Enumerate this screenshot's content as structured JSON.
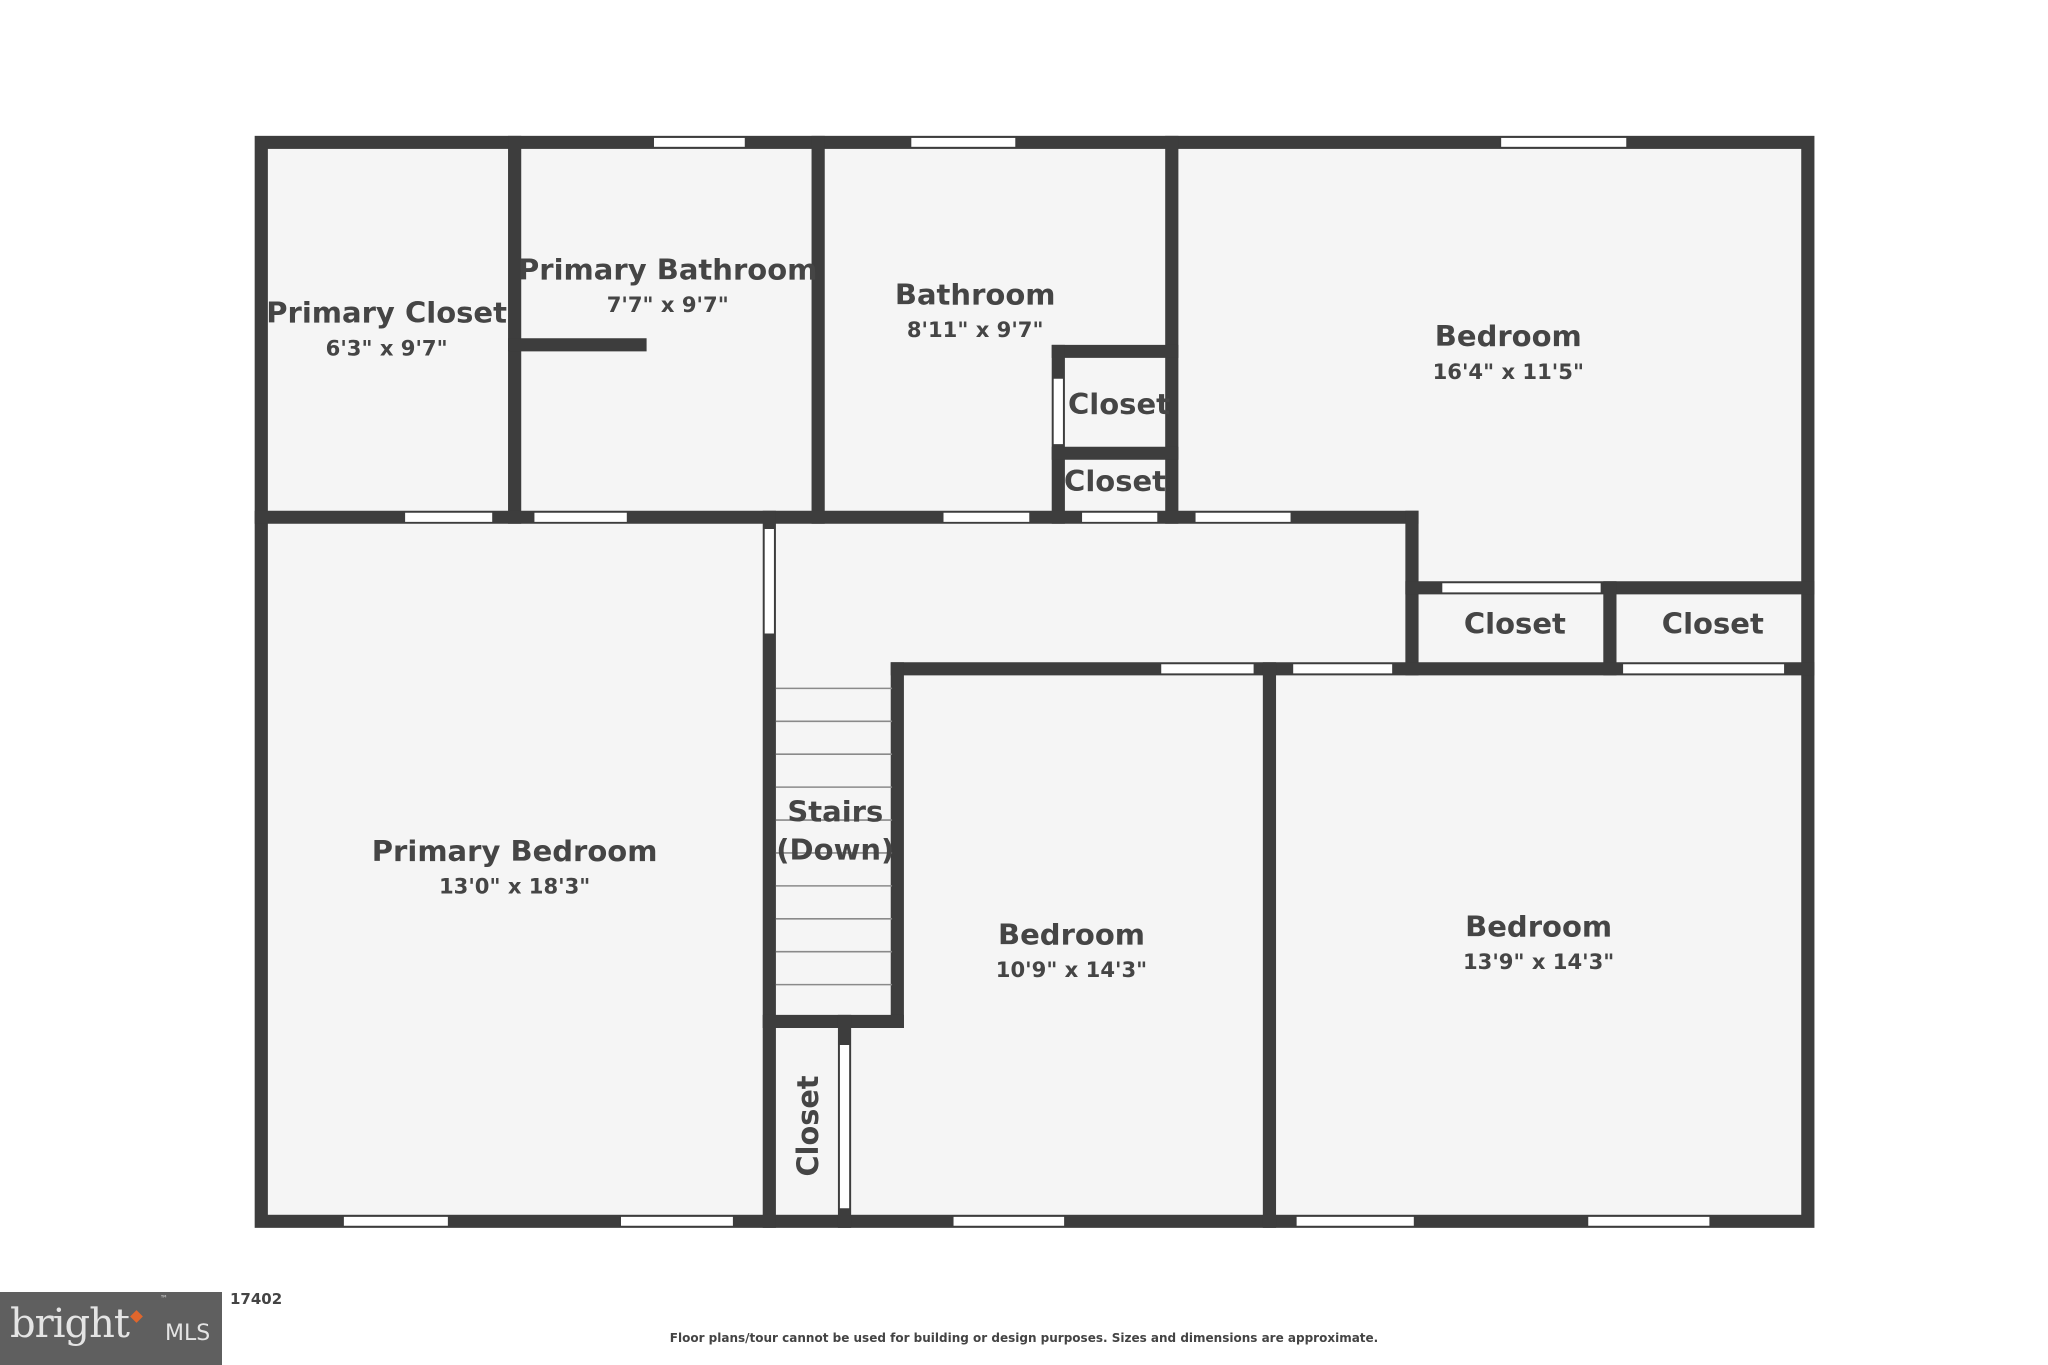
{
  "rooms": {
    "primary_closet": {
      "name": "Primary Closet",
      "size": "6'3\" x 9'7\""
    },
    "primary_bathroom": {
      "name": "Primary Bathroom",
      "size": "7'7\" x 9'7\""
    },
    "bathroom": {
      "name": "Bathroom",
      "size": "8'11\" x 9'7\""
    },
    "bedroom_top_right": {
      "name": "Bedroom",
      "size": "16'4\" x 11'5\""
    },
    "closet_a": {
      "name": "Closet"
    },
    "closet_b": {
      "name": "Closet"
    },
    "closet_c": {
      "name": "Closet"
    },
    "closet_d": {
      "name": "Closet"
    },
    "closet_e": {
      "name": "Closet"
    },
    "primary_bedroom": {
      "name": "Primary Bedroom",
      "size": "13'0\" x 18'3\""
    },
    "stairs": {
      "name_line1": "Stairs",
      "name_line2": "(Down)"
    },
    "bedroom_middle": {
      "name": "Bedroom",
      "size": "10'9\" x 14'3\""
    },
    "bedroom_bottom_right": {
      "name": "Bedroom",
      "size": "13'9\" x 14'3\""
    }
  },
  "footer": {
    "address_partial": "17402",
    "logo_text": "bright",
    "logo_suffix": "MLS",
    "logo_tm": "™",
    "disclaimer": "Floor plans/tour cannot be used for building or design purposes. Sizes and dimensions are approximate."
  },
  "colors": {
    "wall": "#3d3d3d",
    "floor": "#f5f5f5",
    "logo_bg": "#5f5f5f",
    "logo_accent": "#e0662c"
  }
}
